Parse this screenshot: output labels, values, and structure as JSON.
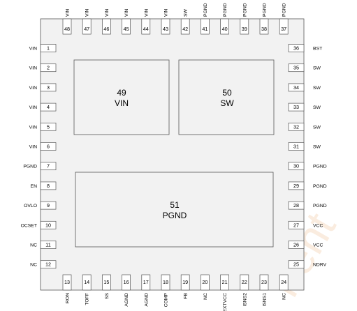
{
  "package": {
    "left_pins": [
      {
        "num": "1",
        "name": "VIN"
      },
      {
        "num": "2",
        "name": "VIN"
      },
      {
        "num": "3",
        "name": "VIN"
      },
      {
        "num": "4",
        "name": "VIN"
      },
      {
        "num": "5",
        "name": "VIN"
      },
      {
        "num": "6",
        "name": "VIN"
      },
      {
        "num": "7",
        "name": "PGND"
      },
      {
        "num": "8",
        "name": "EN"
      },
      {
        "num": "9",
        "name": "OVLO"
      },
      {
        "num": "10",
        "name": "OCSET"
      },
      {
        "num": "11",
        "name": "NC"
      },
      {
        "num": "12",
        "name": "NC"
      }
    ],
    "bottom_pins": [
      {
        "num": "13",
        "name": "RON"
      },
      {
        "num": "14",
        "name": "TOFF"
      },
      {
        "num": "15",
        "name": "SS"
      },
      {
        "num": "16",
        "name": "AGND"
      },
      {
        "num": "17",
        "name": "AGND"
      },
      {
        "num": "18",
        "name": "COMP"
      },
      {
        "num": "19",
        "name": "FB"
      },
      {
        "num": "20",
        "name": "NC"
      },
      {
        "num": "21",
        "name": "EXTVCC"
      },
      {
        "num": "22",
        "name": "ISNS2"
      },
      {
        "num": "23",
        "name": "ISNS1"
      },
      {
        "num": "24",
        "name": "NC"
      }
    ],
    "right_pins": [
      {
        "num": "36",
        "name": "BST"
      },
      {
        "num": "35",
        "name": "SW"
      },
      {
        "num": "34",
        "name": "SW"
      },
      {
        "num": "33",
        "name": "SW"
      },
      {
        "num": "32",
        "name": "SW"
      },
      {
        "num": "31",
        "name": "SW"
      },
      {
        "num": "30",
        "name": "PGND"
      },
      {
        "num": "29",
        "name": "PGND"
      },
      {
        "num": "28",
        "name": "PGND"
      },
      {
        "num": "27",
        "name": "VCC"
      },
      {
        "num": "26",
        "name": "VCC"
      },
      {
        "num": "25",
        "name": "NDRV"
      }
    ],
    "top_pins": [
      {
        "num": "48",
        "name": "VIN"
      },
      {
        "num": "47",
        "name": "VIN"
      },
      {
        "num": "46",
        "name": "VIN"
      },
      {
        "num": "45",
        "name": "VIN"
      },
      {
        "num": "44",
        "name": "VIN"
      },
      {
        "num": "43",
        "name": "VIN"
      },
      {
        "num": "42",
        "name": "SW"
      },
      {
        "num": "41",
        "name": "PGND"
      },
      {
        "num": "40",
        "name": "PGND"
      },
      {
        "num": "39",
        "name": "PGND"
      },
      {
        "num": "38",
        "name": "PGND"
      },
      {
        "num": "37",
        "name": "PGND"
      }
    ],
    "pads": [
      {
        "num": "49",
        "name": "VIN"
      },
      {
        "num": "50",
        "name": "SW"
      },
      {
        "num": "51",
        "name": "PGND"
      }
    ]
  },
  "watermark": "nent",
  "colors": {
    "fill": "#f2f2f2",
    "stroke": "#555555",
    "watermark": "#f1c9a4"
  }
}
